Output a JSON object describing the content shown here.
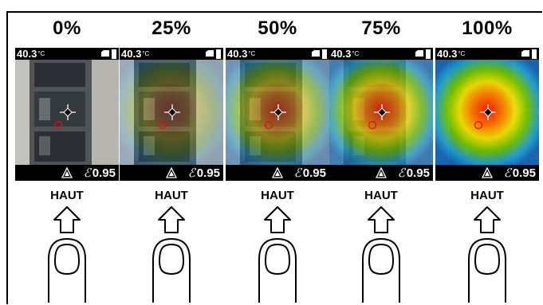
{
  "panels": [
    {
      "percent": "0%",
      "temperature": "40.3",
      "unit": "°C",
      "emissivity_symbol": "ℰ",
      "emissivity": "0.95",
      "label": "HAUT",
      "blend": 0
    },
    {
      "percent": "25%",
      "temperature": "40.3",
      "unit": "°C",
      "emissivity_symbol": "ℰ",
      "emissivity": "0.95",
      "label": "HAUT",
      "blend": 0.25
    },
    {
      "percent": "50%",
      "temperature": "40.3",
      "unit": "°C",
      "emissivity_symbol": "ℰ",
      "emissivity": "0.95",
      "label": "HAUT",
      "blend": 0.5
    },
    {
      "percent": "75%",
      "temperature": "40.3",
      "unit": "°C",
      "emissivity_symbol": "ℰ",
      "emissivity": "0.95",
      "label": "HAUT",
      "blend": 0.75
    },
    {
      "percent": "100%",
      "temperature": "40.3",
      "unit": "°C",
      "emissivity_symbol": "ℰ",
      "emissivity": "0.95",
      "label": "HAUT",
      "blend": 1
    }
  ]
}
